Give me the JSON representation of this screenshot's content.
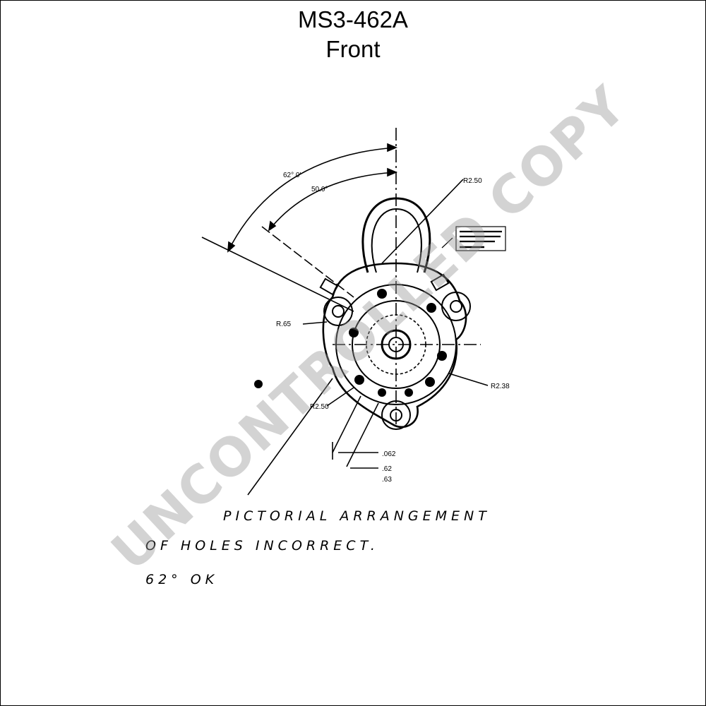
{
  "header": {
    "part_number": "MS3-462A",
    "view": "Front"
  },
  "dimensions": {
    "angle_outer": "62° 0'",
    "angle_inner": "50.0°",
    "radius_top": "R2.50",
    "radius_left_small": "R.65",
    "radius_right": "R2.38",
    "radius_bottom_left": "R2.50",
    "offset_a": ".062",
    "offset_b": ".62",
    "offset_c": ".63"
  },
  "notes": {
    "line1": "PICTORIAL ARRANGEMENT",
    "line2": "OF HOLES INCORRECT.",
    "line3": "62° OK"
  },
  "watermark": "UNCONTROLLED COPY"
}
